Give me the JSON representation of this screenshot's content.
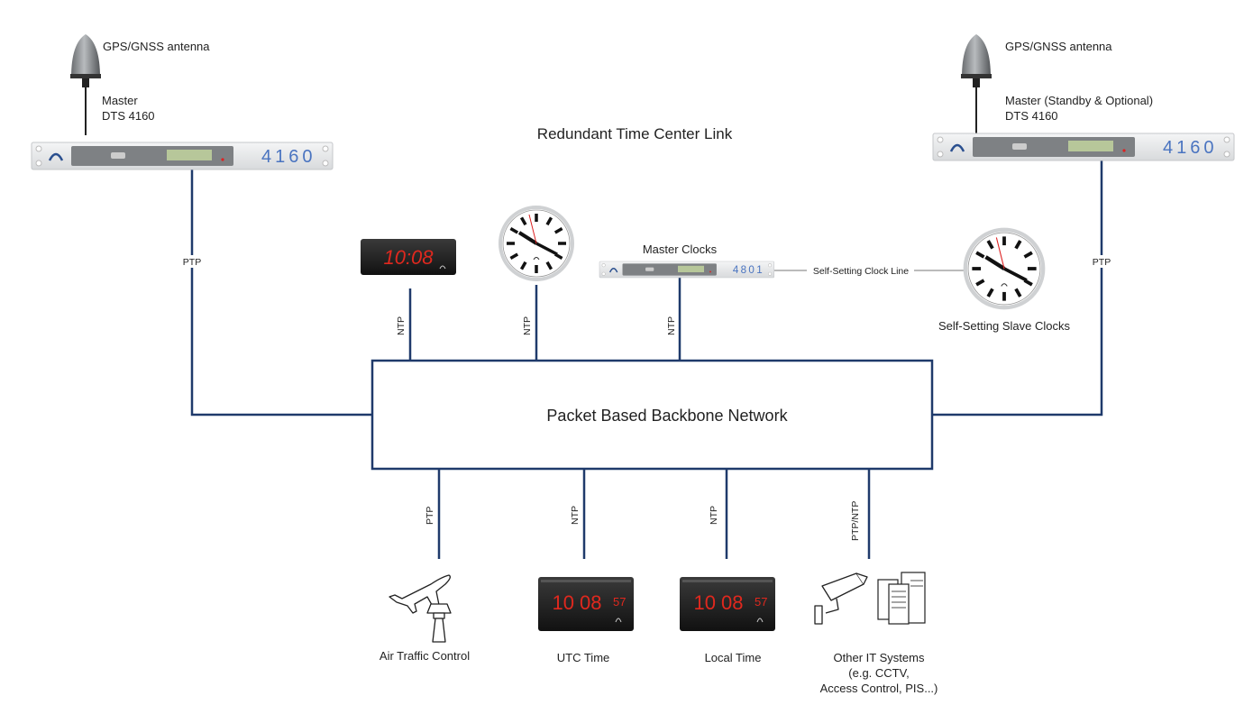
{
  "title": "Redundant Time Center Link",
  "network": "Packet Based Backbone Network",
  "colors": {
    "link": "#1f3a6b",
    "led_digits": "#e0281e",
    "rack": "#e8e9eb"
  },
  "left_master": {
    "antenna": "GPS/GNSS antenna",
    "line1": "Master",
    "line2": "DTS 4160",
    "link": "PTP",
    "panel_digits": "4160"
  },
  "right_master": {
    "antenna": "GPS/GNSS antenna",
    "line1": "Master (Standby & Optional)",
    "line2": "DTS 4160",
    "link": "PTP",
    "panel_digits": "4160"
  },
  "top": {
    "display": {
      "time": "10:08",
      "link": "NTP"
    },
    "clock": {
      "link": "NTP"
    },
    "master_clocks": {
      "label": "Master Clocks",
      "link": "NTP",
      "panel_digits": "4801"
    },
    "clock_line": "Self-Setting Clock Line",
    "slave_clocks": "Self-Setting Slave Clocks"
  },
  "bottom": [
    {
      "label": "Air Traffic Control",
      "link": "PTP",
      "icon": "airplane-tower-icon"
    },
    {
      "label": "UTC Time",
      "link": "NTP",
      "time": "10 08",
      "seconds": "57"
    },
    {
      "label": "Local Time",
      "link": "NTP",
      "time": "10 08",
      "seconds": "57"
    },
    {
      "label_lines": [
        "Other IT Systems",
        "(e.g. CCTV,",
        "Access Control, PIS...)"
      ],
      "link": "PTP/NTP",
      "icon": "cctv-server-icon"
    }
  ]
}
